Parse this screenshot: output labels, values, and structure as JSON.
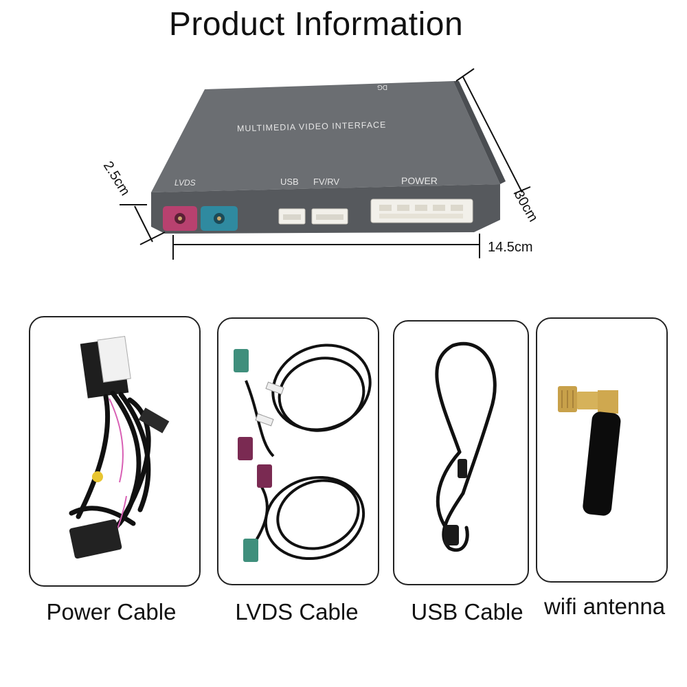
{
  "title": "Product Information",
  "device": {
    "brand_text": "MULTIMEDIA VIDEO INTERFACE",
    "corner_mark": "DG",
    "port_labels": {
      "lvds": "LVDS",
      "usb": "USB",
      "fvrv": "FV/RV",
      "power": "POWER"
    },
    "dimensions": {
      "height": "2.5cm",
      "depth": "30cm",
      "width": "14.5cm"
    },
    "colors": {
      "body": "#5f6266",
      "top": "#6c6f73",
      "lvds_pink": "#b8416f",
      "lvds_teal": "#2f8aa0",
      "connector": "#f2f0ea"
    }
  },
  "accessories": [
    {
      "label": "Power Cable",
      "icon": "power-cable-image"
    },
    {
      "label": "LVDS Cable",
      "icon": "lvds-cable-image"
    },
    {
      "label": "USB Cable",
      "icon": "usb-cable-image"
    },
    {
      "label": "wifi antenna",
      "icon": "wifi-antenna-image"
    }
  ]
}
